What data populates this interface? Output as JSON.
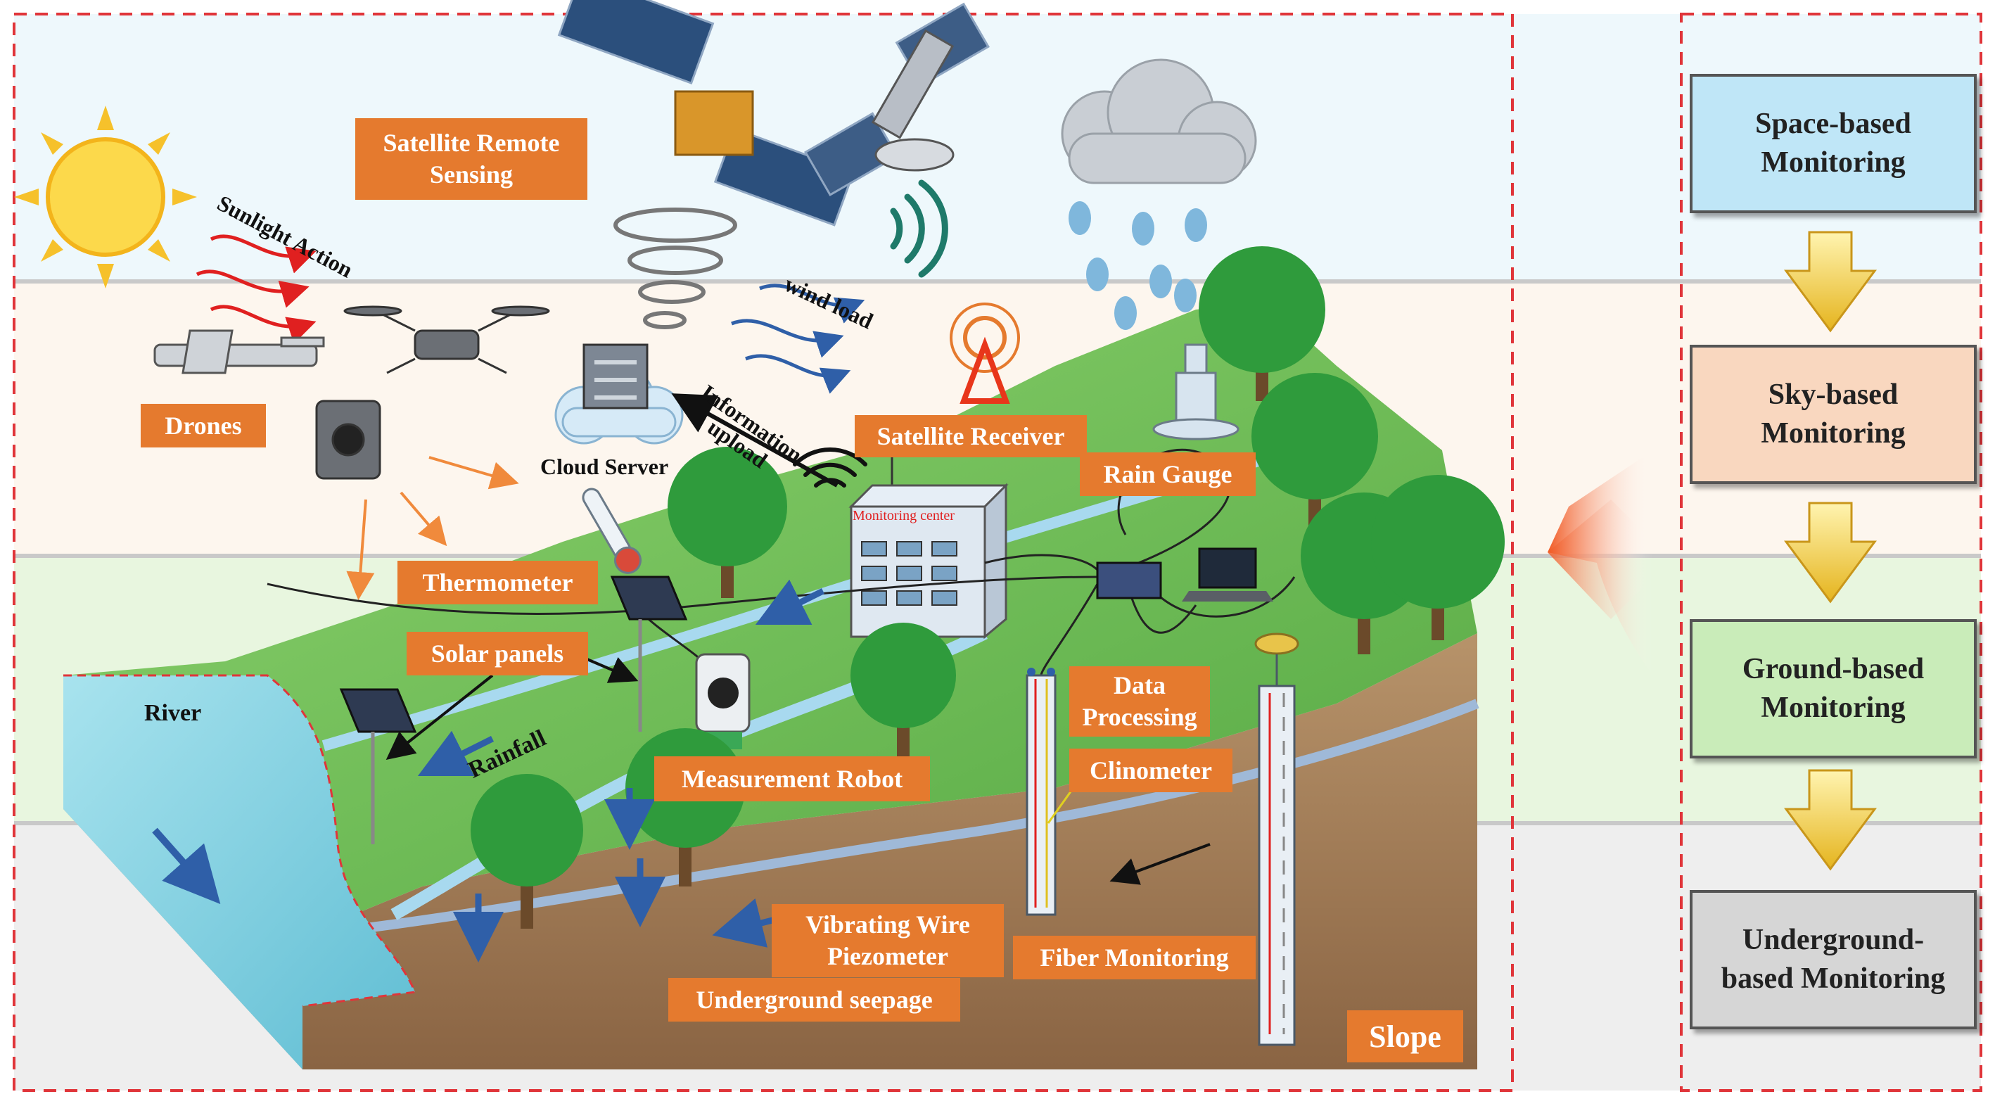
{
  "tiers": [
    {
      "label": "Space-based Monitoring",
      "lines": [
        "Space-based",
        "Monitoring"
      ],
      "color": "#bfe6f7"
    },
    {
      "label": "Sky-based Monitoring",
      "lines": [
        "Sky-based",
        "Monitoring"
      ],
      "color": "#f9d7bf"
    },
    {
      "label": "Ground-based Monitoring",
      "lines": [
        "Ground-based",
        "Monitoring"
      ],
      "color": "#c9ecb9"
    },
    {
      "label": "Underground-based Monitoring",
      "lines": [
        "Underground-",
        "based Monitoring"
      ],
      "color": "#d6d6d6"
    }
  ],
  "labels": {
    "satellite_remote_sensing": [
      "Satellite Remote",
      "Sensing"
    ],
    "drones": "Drones",
    "satellite_receiver": "Satellite Receiver",
    "rain_gauge": "Rain Gauge",
    "thermometer": "Thermometer",
    "solar_panels": "Solar panels",
    "data_processing": [
      "Data",
      "Processing"
    ],
    "measurement_robot": "Measurement Robot",
    "clinometer": "Clinometer",
    "vibrating_wire_piezometer": [
      "Vibrating Wire",
      "Piezometer"
    ],
    "fiber_monitoring": "Fiber Monitoring",
    "underground_seepage": "Underground seepage",
    "slope": "Slope"
  },
  "plain_text": {
    "sunlight_action": "Sunlight Action",
    "wind_load": "wind load",
    "information_upload": [
      "Information",
      "upload"
    ],
    "cloud_server": "Cloud Server",
    "monitoring_center": "Monitoring center",
    "river": "River",
    "rainfall": "Rainfall"
  },
  "colors": {
    "label_orange": "#e57a2e",
    "dashed_red": "#e0353a",
    "band_space": "#eef8fc",
    "band_sky": "#fdf6ee",
    "band_ground": "#e8f6df",
    "band_underground": "#eeeeee",
    "arrow_yellow": "#f0c93a",
    "grass": "#6fc45a",
    "soil": "#a77b55",
    "water": "#7ccfe0"
  },
  "icons": [
    "sun-icon",
    "satellite-icon",
    "cloud-rain-icon",
    "tornado-icon",
    "wifi-icon",
    "drone-icon",
    "server-icon",
    "radio-tower-icon",
    "building-icon",
    "tree-icon",
    "solar-panel-icon",
    "thermometer-icon",
    "robot-icon",
    "laptop-icon",
    "rain-gauge-icon",
    "borehole-icon"
  ]
}
